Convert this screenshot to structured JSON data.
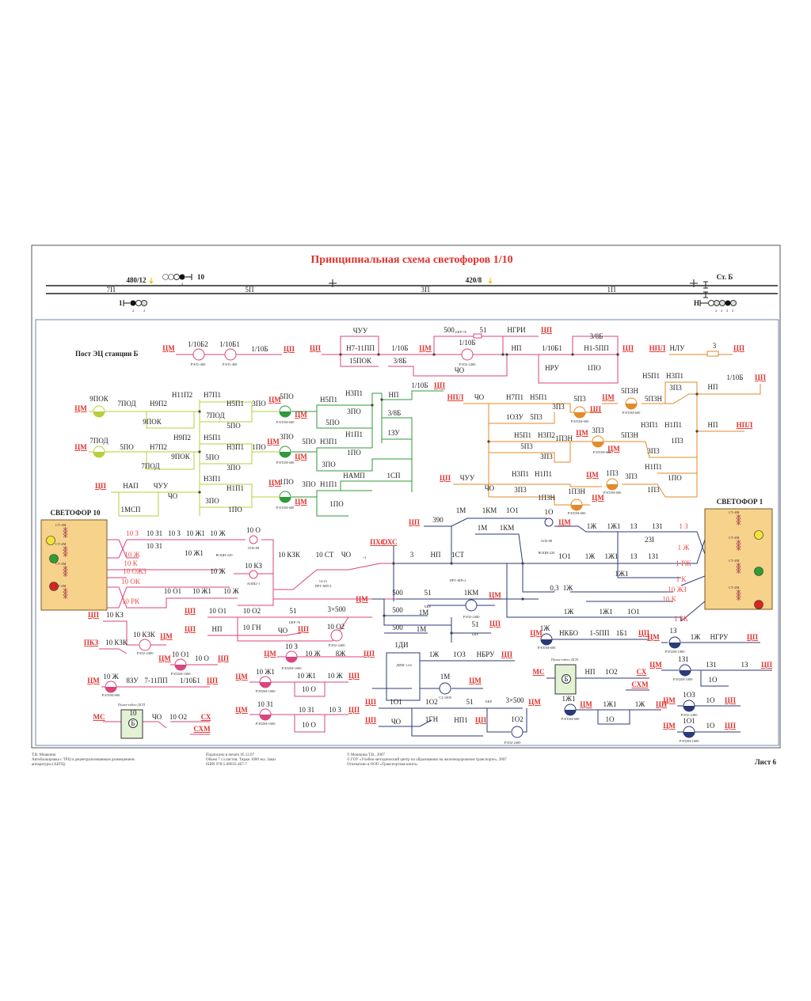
{
  "title": "Принципиальная схема светофоров 1/10",
  "track": {
    "station": "Ст. Б",
    "sections": [
      "7П",
      "5П",
      "3П",
      "1П"
    ],
    "coordinates": [
      "480/12",
      "420/8"
    ],
    "signals": [
      "10",
      "1",
      "Н"
    ],
    "lamp_counts_10": [
      "2"
    ],
    "lamp_counts_1": [
      "2",
      "2"
    ],
    "lamp_counts_n": [
      "2",
      "2",
      "2",
      "2"
    ]
  },
  "post_label": "Пост ЭЦ станции Б",
  "signal_boxes": {
    "left_title": "СВЕТОФОР 10",
    "right_title": "СВЕТОФОР 1",
    "transformer": "СТ-4М"
  },
  "colors": {
    "pink": "#d9457f",
    "yellowgreen": "#b7cf3c",
    "green": "#2f9a3a",
    "orange": "#e38a2a",
    "navy": "#2b3a78",
    "red_label": "#e0302a",
    "lamp_yellow": "#f5e33a",
    "lamp_green": "#2f9e32",
    "lamp_red": "#d8261e",
    "box_fill": "#f6d28b"
  },
  "labels": {
    "top": [
      "ЦМ",
      "1/10Б2",
      "РЭЛ1-400",
      "1/10Б1",
      "РЭЛ1-400",
      "1/10Б",
      "ЦП",
      "ЦП",
      "ЧУУ",
      "Н7-11ПП",
      "15ПОК",
      "1/10Б",
      "3/8Б",
      "ЦМ",
      "500",
      "БКР-76",
      "51",
      "НГРИ",
      "ЦП",
      "1/10Б",
      "РЭЛ2-2400",
      "ЧО",
      "НП",
      "1/10Б1",
      "3/8Б",
      "Н1-5ПП",
      "ЦП",
      "НРУ",
      "1ПО",
      "НПЛ",
      "НЛУ",
      "3",
      "ЦП"
    ],
    "green": [
      "ЦМ",
      "9ПОК",
      "7ПОД",
      "Н9П2",
      "Н11П2",
      "9ПОК",
      "Н7П1",
      "Н5П1",
      "7ПОД",
      "5ПО",
      "3ПО",
      "ЦМ",
      "5ПО",
      "ЦМ",
      "РЭЛ1М-600",
      "Н5П1",
      "Н3П1",
      "3ПО",
      "5ПО",
      "Н1П1",
      "НП",
      "3/8Б",
      "1/10Б",
      "ЦП",
      "1ЗУ",
      "ЦМ",
      "7ПОД",
      "5ПО",
      "Н7П2",
      "Н9П2",
      "9ПОК",
      "7ПОД",
      "Н5П1",
      "Н3П1",
      "5ПО",
      "3ПО",
      "1ПО",
      "ЦМ",
      "3ПО",
      "ЦМ",
      "РЭЛ1М-600",
      "5ПО",
      "Н3П1",
      "1ПО",
      "3ПО",
      "НАМП",
      "1СП",
      "ЦП",
      "НАП",
      "ЧУУ",
      "ЧО",
      "1МСП",
      "Н3П1",
      "Н1П1",
      "3ПО",
      "1ПО",
      "ЦМ",
      "1ПО",
      "ЦМ",
      "РЭЛ1М-600",
      "3ПО",
      "Н1П1",
      "1ПО"
    ],
    "orange": [
      "НПЛ",
      "ЧО",
      "Н7П1",
      "Н5П1",
      "3П3",
      "5П3",
      "ЦП",
      "РЭЛ1М-600",
      "1ОЗУ",
      "5П3",
      "Н5П1",
      "Н3П2",
      "1П3Н",
      "ЦМ",
      "3П3",
      "ЦМ",
      "РЭЛ1М-600",
      "5П3",
      "3П3",
      "ЦМ",
      "5П3Н",
      "РЭЛ1М-600",
      "5П3Н",
      "Н5П1",
      "Н3П1",
      "3П3",
      "НП",
      "1/10Б",
      "ЦП",
      "5П3Н",
      "Н3П1",
      "Н1П1",
      "1П3",
      "3П3",
      "Н1П1",
      "НП",
      "НПЛ",
      "ЦП",
      "ЧУУ",
      "ЧО",
      "Н3П1",
      "Н1П1",
      "3П3",
      "1П3Н",
      "1П3Н",
      "ЦМ",
      "РЭЛ1М-600",
      "ЦМ",
      "1П3",
      "РЭЛ1М-600",
      "3П3",
      "1П3",
      "1ПО"
    ],
    "signal10": [
      "10 З",
      "10 З1",
      "10 З",
      "10 Ж1",
      "10 Ж",
      "10 З1",
      "10 Ж1",
      "ВОЦН-220",
      "10 О",
      "ОЛ2-88",
      "10 Ж",
      "10 К",
      "10 ОЖЗ",
      "10 Ж",
      "10 КЗ",
      "АОШ2-1",
      "10 ОК",
      "10 РК",
      "10 О1",
      "10 Ж1",
      "10 Ж",
      "10 КЗК",
      "10 СТ",
      "ЧО",
      "~3",
      "14-21",
      "ПРТ-МП-2",
      "ПХС",
      "ОХС",
      "ЦП",
      "10 О1",
      "10 О2",
      "51",
      "БКР-76",
      "3×500",
      "ЦП",
      "НП",
      "10 ГН",
      "ЧО",
      "ЦП",
      "10 О2",
      "РЭЛ2-2400",
      "ЦМ",
      "ЦП",
      "10 КЗ",
      "10 КЗК",
      "ЦМ",
      "РЭЛ2-2400",
      "ПКЗ",
      "10 КЗК",
      "ЦМ",
      "10 О1",
      "10 О",
      "ЦП",
      "РЭЛ2М-1000",
      "ЦМ",
      "10 Ж",
      "РЭЛ1М-600",
      "8ЗУ",
      "7-11ПП",
      "1/10Б1",
      "ЦП",
      "Пульт-табло ДСП",
      "10",
      "Б",
      "МС",
      "ЧО",
      "10 О2",
      "СХ",
      "СХМ",
      "ЦМ",
      "10 З",
      "10 Ж",
      "8Ж",
      "ЦП",
      "РЭЛ2М-1000",
      "ЦМ",
      "10 Ж1",
      "10 Ж1",
      "10 Ж",
      "ЦП",
      "10 О",
      "РЭЛ2М-1000",
      "ЦМ",
      "10 З1",
      "10 З1",
      "10 З",
      "ЦП",
      "10 О",
      "РЭЛ2М-1000"
    ],
    "signal1": [
      "ЦП",
      "390",
      "1М",
      "1КМ",
      "1О1",
      "1М",
      "1КМ",
      "1О",
      "ЦМ",
      "ОЛ2-88",
      "ВОЦН-220",
      "3",
      "НП",
      "1СТ",
      "ПРТ-МП-2",
      "1Ж",
      "1Ж1",
      "1З",
      "1З1",
      "1 З",
      "23І",
      "1 Ж",
      "1О1",
      "1Ж",
      "1Ж1",
      "1З",
      "1З1",
      "1 РЖ",
      "1Ж1",
      "1 К",
      "10 ЖЗ",
      "0,3",
      "1Ж",
      "10 К",
      "1 РК",
      "1Ж",
      "1Ж1",
      "1О1",
      "500",
      "51",
      "БКР",
      "1КМ",
      "ЦМ",
      "РЭЛ2-2400",
      "500",
      "1М",
      "500",
      "1М",
      "51",
      "БКР",
      "ЦП",
      "1ДИ",
      "ДИМ-1.62",
      "1Ж",
      "1ОЗ",
      "НБРУ",
      "ЦП",
      "1М",
      "ЦМ",
      "С2-1000",
      "ЦП",
      "1О1",
      "1О2",
      "51",
      "БКР",
      "3×500",
      "ЦМ",
      "ЦП",
      "ЧО",
      "1ГН",
      "НП1",
      "ЦП",
      "1О2",
      "РЭЛ2-2400",
      "ЦМ",
      "1Ж",
      "НКБО",
      "1-5ПП",
      "1Б1",
      "ЦП",
      "РЭЛ1М-600",
      "Пульт-табло ДСП",
      "Б",
      "МС",
      "НП",
      "1О2",
      "СХ",
      "СХМ",
      "ЦМ",
      "1Ж1",
      "РЭЛ1М-600",
      "1Ж1",
      "1Ж",
      "ЦП",
      "1О",
      "ЦМ",
      "1З",
      "РЭЛ2М-1000",
      "1Ж",
      "НГРУ",
      "ЦП",
      "ЦМ",
      "1З1",
      "РЭЛ2М-1000",
      "1З1",
      "1З",
      "ЦП",
      "1О",
      "ЦМ",
      "1ОЗ",
      "РЭЛ2-2400",
      "1О",
      "ЦП",
      "ЦМ",
      "1О1",
      "РЭЛ2М-1000",
      "1О",
      "ЦП"
    ]
  },
  "footer": {
    "author": [
      "Т.В. Мошкина",
      "Автоблокировка с ТРЦ и децентрализованным размещением",
      "аппаратуры (АБТЦ)"
    ],
    "print": [
      "Подписано в печать 05.12.07",
      "Объем 7 сл.листов. Тираж 1000 экз. Заказ",
      "ISBN 978-5-89035-467-7"
    ],
    "copyright": [
      "© Мошкина Т.В., 2007",
      "© ГОУ «Учебно-методический центр по образованию на железнодорожном транспорте», 2007",
      "Отпечатано в ООО «Транспортная книга»"
    ],
    "sheet": "Лист 6"
  }
}
